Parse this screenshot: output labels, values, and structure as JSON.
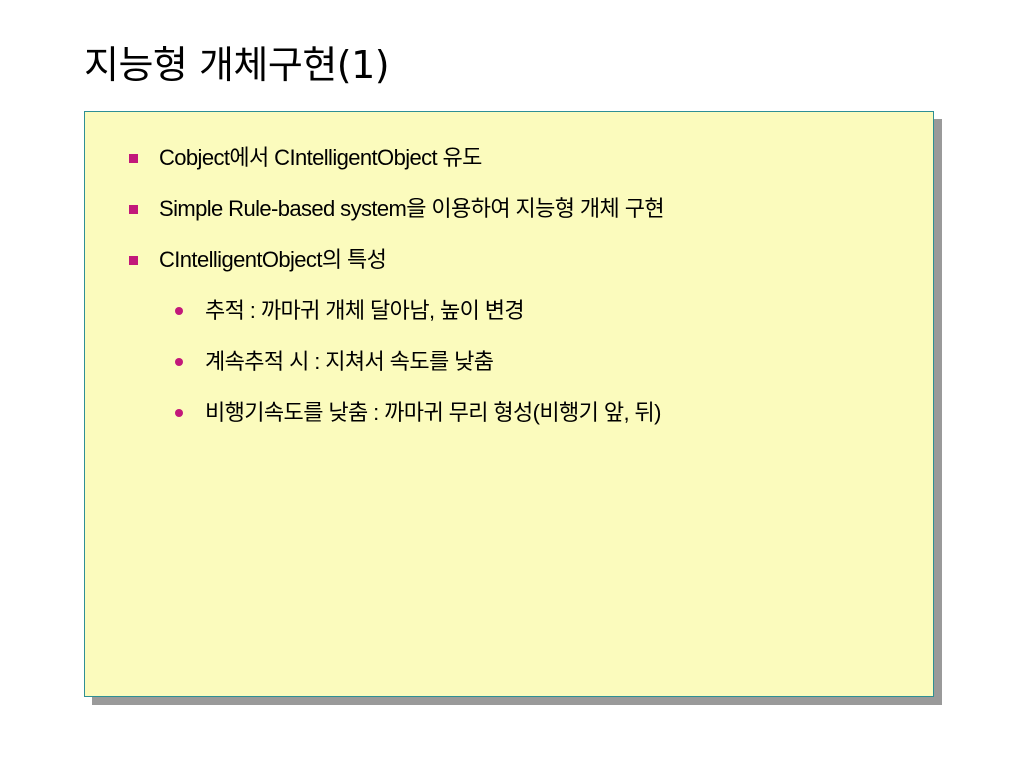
{
  "slide": {
    "title": "지능형 개체구현(1)",
    "accent_color": "#c2187a",
    "panel_color": "#fbfbbd",
    "panel_border_color": "#2e8f94"
  },
  "bullets": [
    {
      "level": 1,
      "text": "Cobject에서 CIntelligentObject 유도"
    },
    {
      "level": 1,
      "text": "Simple Rule-based system을 이용하여 지능형 개체 구현"
    },
    {
      "level": 1,
      "text": "CIntelligentObject의 특성"
    },
    {
      "level": 2,
      "text": "추적 : 까마귀 개체 달아남, 높이 변경"
    },
    {
      "level": 2,
      "text": "계속추적 시 : 지쳐서 속도를 낮춤"
    },
    {
      "level": 2,
      "text": "비행기속도를 낮춤 : 까마귀 무리 형성(비행기 앞, 뒤)"
    }
  ]
}
